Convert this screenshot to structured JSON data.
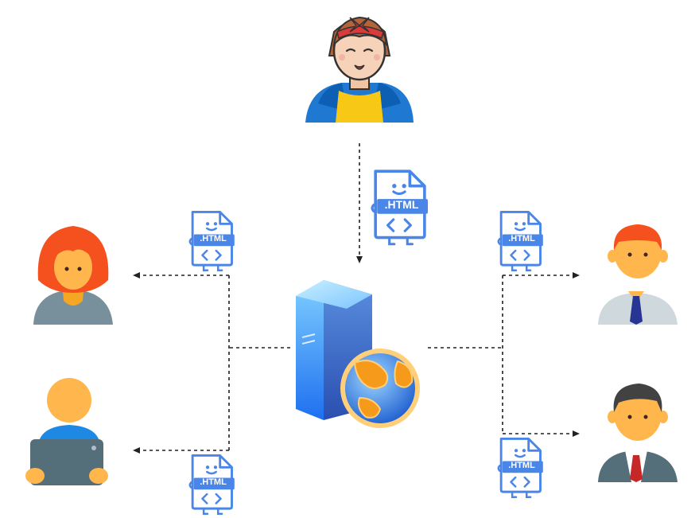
{
  "file_label": ".HTML",
  "colors": {
    "file_stroke": "#4a86e8",
    "file_fill": "#ffffff",
    "arrow": "#222222"
  },
  "nodes": [
    {
      "id": "author",
      "icon": "woman-with-headband-icon"
    },
    {
      "id": "server",
      "icon": "web-server-globe-icon"
    },
    {
      "id": "client-redhair-woman",
      "icon": "woman-avatar-icon"
    },
    {
      "id": "client-laptop-user",
      "icon": "laptop-user-icon"
    },
    {
      "id": "client-redhair-man",
      "icon": "man-with-tie-icon"
    },
    {
      "id": "client-businessman",
      "icon": "businessman-icon"
    }
  ]
}
